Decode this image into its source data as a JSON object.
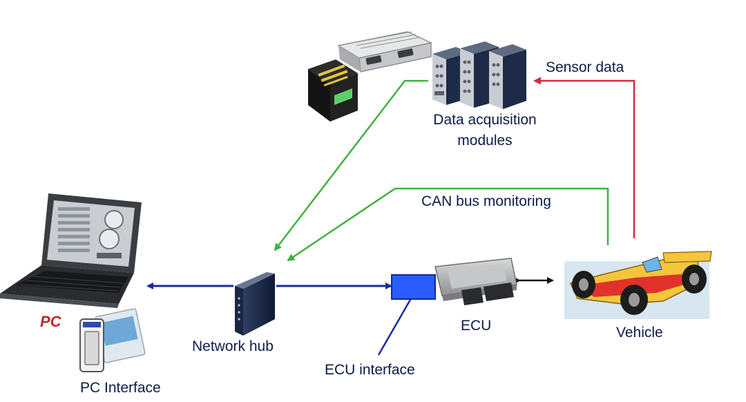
{
  "labels": {
    "pc": "PC",
    "pc_interface": "PC Interface",
    "network_hub": "Network hub",
    "ecu_interface": "ECU interface",
    "ecu": "ECU",
    "vehicle": "Vehicle",
    "daq_line1": "Data acquisition",
    "daq_line2": "modules",
    "sensor_data": "Sensor data",
    "can_bus": "CAN bus monitoring"
  },
  "colors": {
    "label_text": "#0d1b4a",
    "pc_label": "#c0262d",
    "link_blue": "#1a2a9c",
    "link_green": "#3fb13f",
    "link_red": "#d32a3f",
    "ecu_interface_box": "#2a5cff"
  },
  "icons": [
    "laptop-icon",
    "pc-interface-card-icon",
    "network-hub-icon",
    "ecu-interface-box-icon",
    "ecu-module-icon",
    "race-car-icon",
    "daq-module-stack-icon",
    "daq-gateway-icon",
    "daq-logger-icon"
  ]
}
